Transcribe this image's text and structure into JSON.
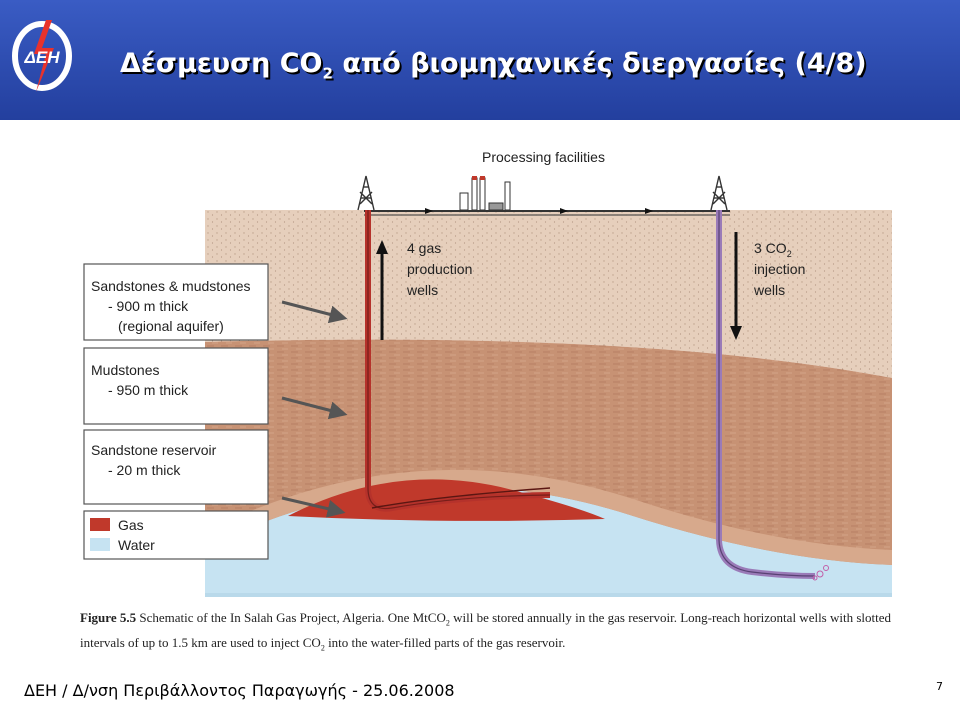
{
  "header": {
    "title_prefix": "Δέσμευση CO",
    "title_sub": "2",
    "title_suffix": " από βιομηχανικές διεργασίες (4/8)",
    "logo_text": "ΔΕΗ",
    "background_color": "#2a48ad"
  },
  "diagram": {
    "processing_label": "Processing facilities",
    "production_wells": [
      "4 gas",
      "production",
      "wells"
    ],
    "injection_wells_line1": "3 CO",
    "injection_wells_sub": "2",
    "injection_wells_rest": [
      "injection",
      "wells"
    ],
    "layers": [
      {
        "title": "Sandstones & mudstones",
        "lines": [
          "- 900 m thick",
          "(regional aquifer)"
        ]
      },
      {
        "title": "Mudstones",
        "lines": [
          "- 950 m thick"
        ]
      },
      {
        "title": "Sandstone reservoir",
        "lines": [
          "- 20 m  thick"
        ]
      }
    ],
    "legend": [
      {
        "label": "Gas",
        "color": "#c0392b"
      },
      {
        "label": "Water",
        "color": "#c6e3f2"
      }
    ],
    "colors": {
      "sandstone": "#e6cfbc",
      "mudstone": "#c79274",
      "reservoir": "#d7a98c",
      "gas": "#c0392b",
      "water": "#c6e3f2",
      "production_well": "#b5322b",
      "injection_well": "#9a7bb8"
    }
  },
  "caption": {
    "figure_label": "Figure 5.5",
    "text_1": "  Schematic of the In Salah Gas Project, Algeria. One MtCO",
    "sub_1": "2",
    "text_2": " will be stored annually in the gas reservoir. Long-reach horizontal wells with slotted intervals of up to 1.5 km are used to inject CO",
    "sub_2": "2",
    "text_3": " into the water-filled parts of the gas reservoir."
  },
  "footer": {
    "text": "ΔΕΗ / Δ/νση Περιβάλλοντος Παραγωγής - 25.06.2008",
    "page_number": "7"
  }
}
